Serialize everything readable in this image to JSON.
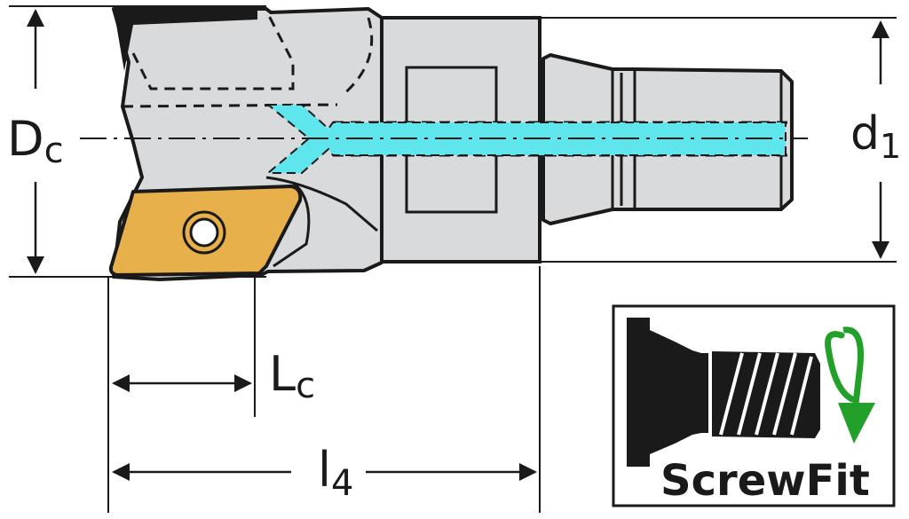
{
  "labels": {
    "dc_main": "D",
    "dc_sub": "c",
    "d1_main": "d",
    "d1_sub": "1",
    "lc_main": "L",
    "lc_sub": "c",
    "l4_main": "l",
    "l4_sub": "4"
  },
  "badge": {
    "text": "ScrewFit",
    "icon": "rotate-clockwise-arrow-icon"
  },
  "colors": {
    "body": "#d9dadc",
    "outline": "#1a1a1a",
    "insert": "#e8b04a",
    "coolant": "#5ee6ec",
    "rotate_arrow": "#22a02a"
  }
}
